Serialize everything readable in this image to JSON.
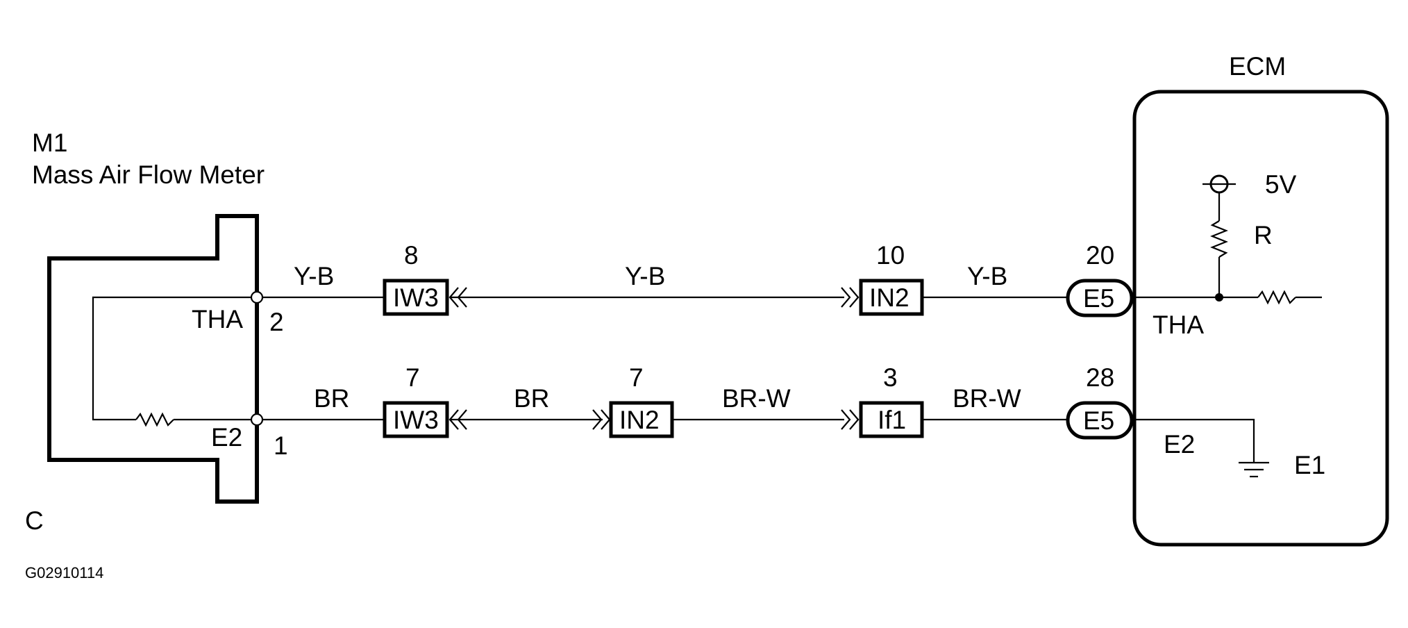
{
  "ecm": {
    "title": "ECM",
    "supply": "5V",
    "resistor": "R",
    "pin_tha": "THA",
    "pin_e2": "E2",
    "ground": "E1"
  },
  "sensor": {
    "id": "M1",
    "name": "Mass Air Flow Meter",
    "pin_tha": "THA",
    "pin_e2": "E2",
    "pin_tha_num": "2",
    "pin_e2_num": "1"
  },
  "top_line": {
    "wire_1": "Y-B",
    "conn_1": {
      "pin": "8",
      "label": "IW3"
    },
    "wire_2": "Y-B",
    "conn_2": {
      "pin": "10",
      "label": "IN2"
    },
    "wire_3": "Y-B",
    "conn_3": {
      "pin": "20",
      "label": "E5"
    }
  },
  "bottom_line": {
    "wire_1": "BR",
    "conn_1": {
      "pin": "7",
      "label": "IW3"
    },
    "wire_2": "BR",
    "conn_2": {
      "pin": "7",
      "label": "IN2"
    },
    "wire_3": "BR-W",
    "conn_3": {
      "pin": "3",
      "label": "If1"
    },
    "wire_4": "BR-W",
    "conn_4": {
      "pin": "28",
      "label": "E5"
    }
  },
  "footer": {
    "letter": "C",
    "figure_id": "G02910114"
  }
}
